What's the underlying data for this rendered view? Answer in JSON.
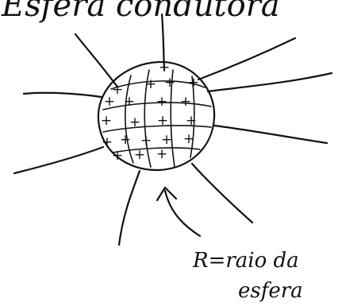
{
  "title": "Esfera condutora",
  "label_line1": "R=raio da",
  "label_line2": "esfera",
  "plus_sign": "+",
  "ink_color": "#111111"
}
